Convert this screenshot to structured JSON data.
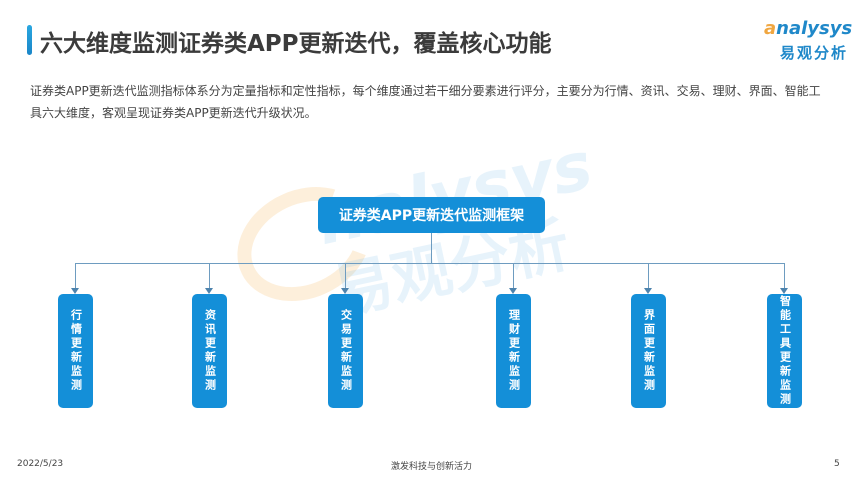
{
  "header": {
    "title": "六大维度监测证券类APP更新迭代，覆盖核心功能",
    "logo_en_first": "a",
    "logo_en_rest": "nalysys",
    "logo_cn": "易观分析"
  },
  "description": "证券类APP更新迭代监测指标体系分为定量指标和定性指标，每个维度通过若干细分要素进行评分，主要分为行情、资讯、交易、理财、界面、智能工具六大维度，客观呈现证券类APP更新迭代升级状况。",
  "watermark": {
    "en": "nalysys",
    "cn": "易观分析"
  },
  "diagram": {
    "root": "证券类APP更新迭代监测框架",
    "children": [
      {
        "label": "行情更新监测"
      },
      {
        "label": "资讯更新监测"
      },
      {
        "label": "交易更新监测"
      },
      {
        "label": "理财更新监测"
      },
      {
        "label": "界面更新监测"
      },
      {
        "label": "智能工具更新监测"
      }
    ],
    "colors": {
      "box": "#148fd8",
      "connector": "#6e9cc0",
      "accent": "#1a86c8"
    }
  },
  "footer": {
    "date": "2022/5/23",
    "slogan": "激发科技与创新活力",
    "page": "5"
  }
}
